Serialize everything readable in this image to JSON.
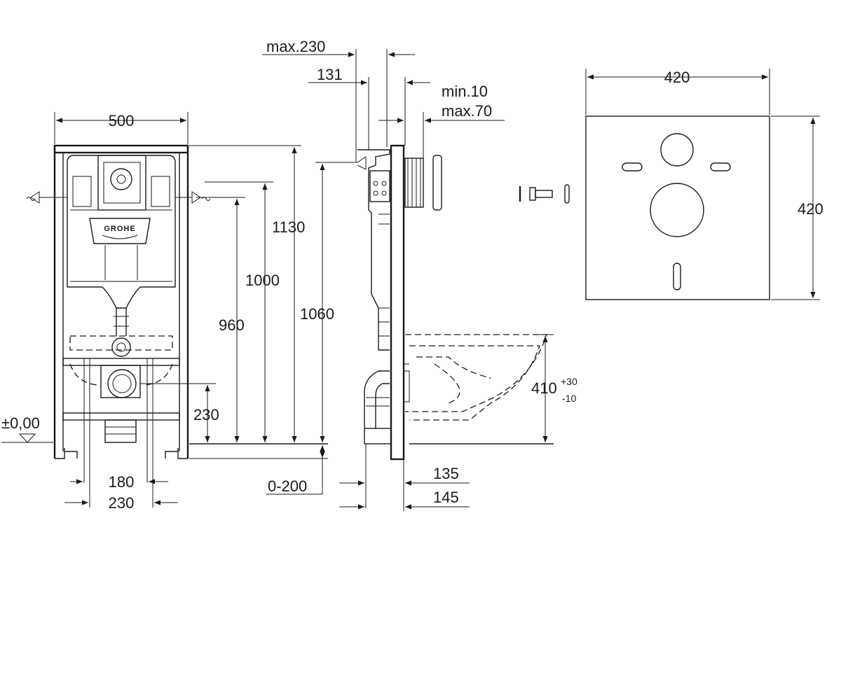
{
  "front_view": {
    "width": "500",
    "dim_180": "180",
    "dim_230_bottom": "230",
    "dim_230_side": "230",
    "zero_level": "±0,00",
    "dim_960": "960",
    "dim_1000": "1000",
    "dim_1130": "1130",
    "dim_1060": "1060",
    "logo": "GROHE"
  },
  "side_view": {
    "max_230": "max.230",
    "dim_131": "131",
    "min_10": "min.10",
    "max_70": "max.70",
    "dim_0_200": "0-200",
    "dim_135": "135",
    "dim_145": "145",
    "dim_410": "410",
    "dim_410_plus": "+30",
    "dim_410_minus": "-10"
  },
  "plate_view": {
    "width": "420",
    "height": "420"
  }
}
